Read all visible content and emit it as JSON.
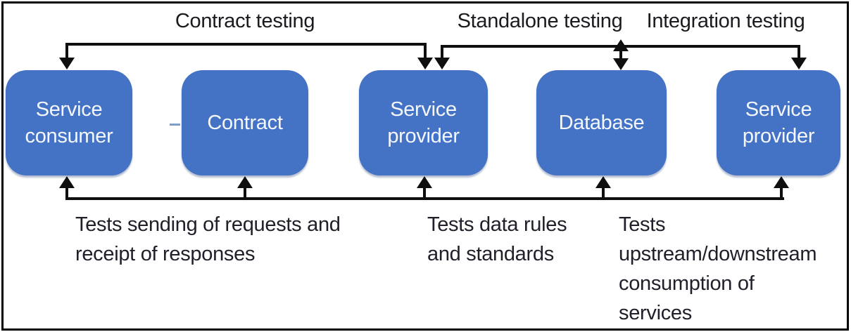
{
  "diagram": {
    "title_labels": {
      "contract_testing": "Contract testing",
      "standalone_testing": "Standalone testing",
      "integration_testing": "Integration testing"
    },
    "nodes": [
      {
        "id": "service-consumer",
        "label": "Service\nconsumer"
      },
      {
        "id": "contract",
        "label": "Contract"
      },
      {
        "id": "service-provider-1",
        "label": "Service\nprovider"
      },
      {
        "id": "database",
        "label": "Database"
      },
      {
        "id": "service-provider-2",
        "label": "Service\nprovider"
      }
    ],
    "notes": [
      {
        "id": "consumer-note",
        "text": "Tests sending of requests and\nreceipt of responses"
      },
      {
        "id": "data-note",
        "text": "Tests data rules\nand standards"
      },
      {
        "id": "integration-note",
        "text": "Tests\nupstream/downstream\nconsumption of\nservices"
      }
    ],
    "colors": {
      "node_fill": "#4472C4",
      "node_text": "#F5F7FB",
      "connector": "#0F0F0F",
      "frame_border": "#000000",
      "background": "#FFFFFF",
      "dash": "#7F9DC9"
    }
  }
}
